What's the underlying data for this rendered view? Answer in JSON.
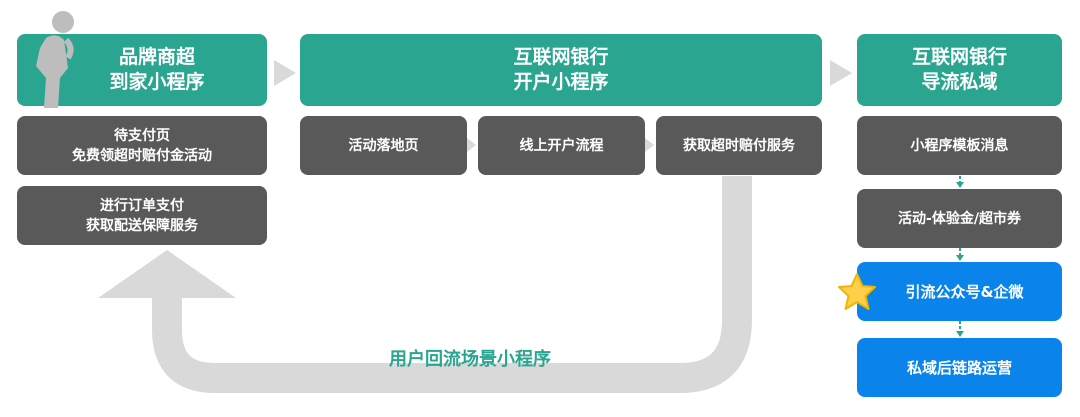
{
  "stages": [
    {
      "title": "品牌商超\n到家小程序",
      "steps": [
        "待支付页\n免费领超时赔付金活动",
        "进行订单支付\n获取配送保障服务"
      ]
    },
    {
      "title": "互联网银行\n开户小程序",
      "steps": [
        "活动落地页",
        "线上开户流程",
        "获取超时赔付服务"
      ]
    },
    {
      "title": "互联网银行\n导流私域",
      "steps": [
        "小程序模板消息",
        "活动-体验金/超市券",
        "引流公众号&企微",
        "私域后链路运营"
      ]
    }
  ],
  "loop_label": "用户回流场景小程序",
  "colors": {
    "green": "#2aa58f",
    "gray": "#595959",
    "blue": "#0a84ea",
    "arrow": "#d9d9d9"
  }
}
